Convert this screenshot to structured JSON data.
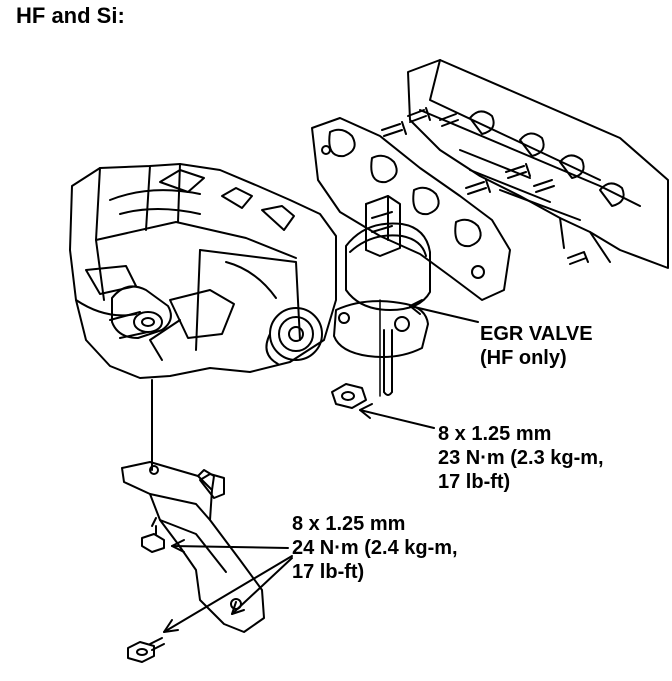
{
  "title": "HF and Si:",
  "callouts": {
    "egr_valve": {
      "line1": "EGR VALVE",
      "line2": "(HF only)"
    },
    "egr_nut": {
      "line1": "8 x 1.25 mm",
      "line2": "23 N·m (2.3 kg-m,",
      "line3": "17 lb-ft)"
    },
    "bracket_bolts": {
      "line1": "8 x 1.25 mm",
      "line2": "24 N·m (2.4 kg-m,",
      "line3": "17 lb-ft)"
    }
  },
  "colors": {
    "ink": "#000000",
    "background": "#ffffff"
  }
}
